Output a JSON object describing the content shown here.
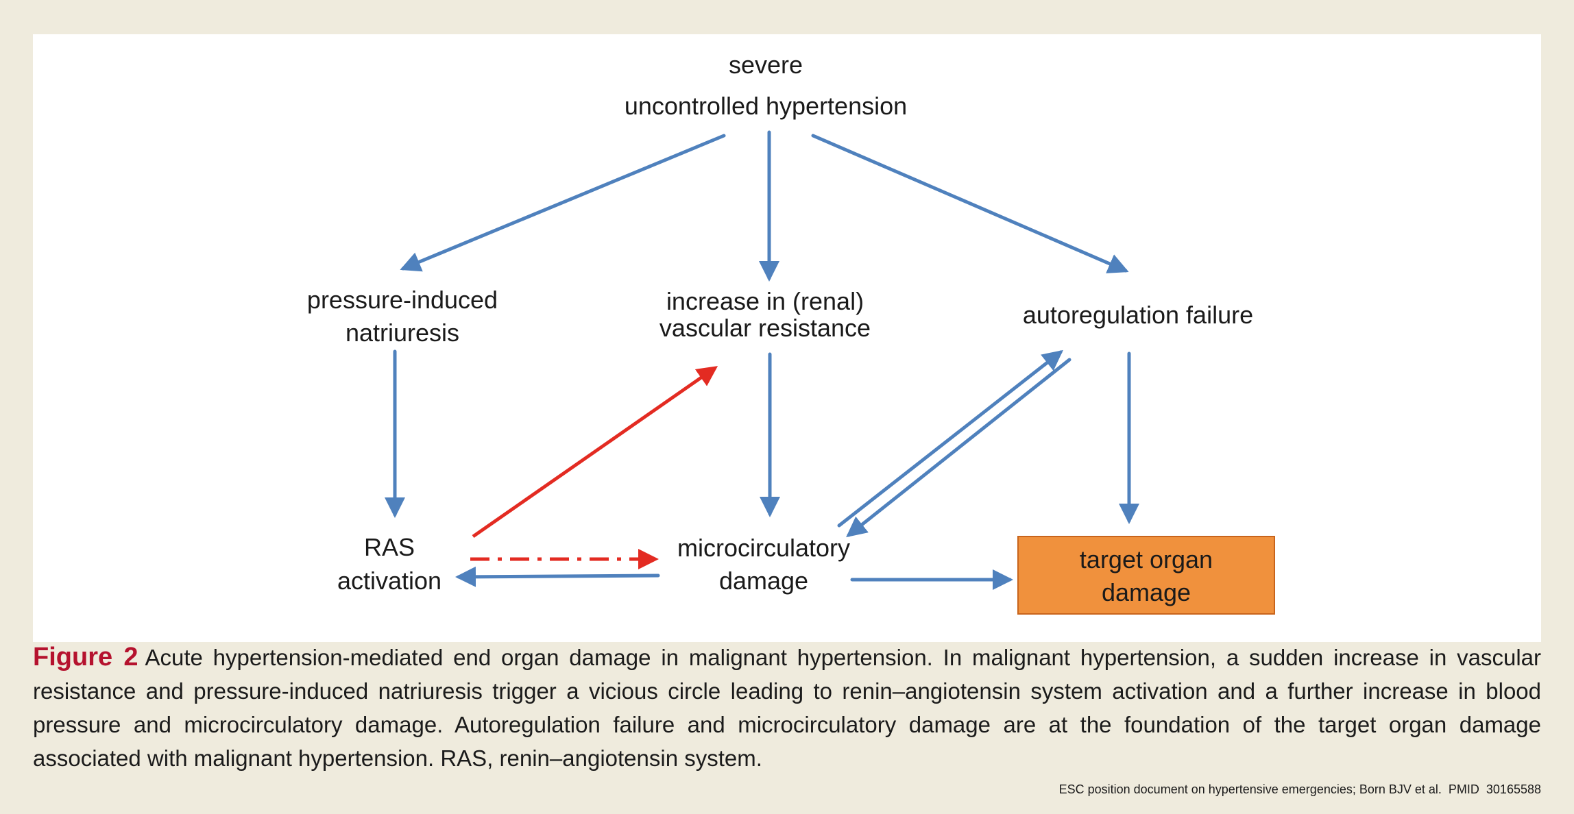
{
  "diagram": {
    "nodes": {
      "top_line1": "severe",
      "top_line2": "uncontrolled hypertension",
      "natriuresis_line1": "pressure-induced",
      "natriuresis_line2": "natriuresis",
      "resistance_line1": "increase in (renal)",
      "resistance_line2": "vascular resistance",
      "autoregulation": "autoregulation failure",
      "ras_line1": "RAS",
      "ras_line2": "activation",
      "micro_line1": "microcirculatory",
      "micro_line2": "damage",
      "target_line1": "target organ",
      "target_line2": "damage"
    },
    "colors": {
      "blue_arrow": "#4f81bd",
      "red_arrow": "#e32b22",
      "target_fill": "#f0913d",
      "target_border": "#c8641b",
      "caption_label": "#b5122e"
    }
  },
  "caption": {
    "label": "Figure 2",
    "text": "Acute hypertension-mediated end organ damage in malignant hypertension. In malignant hypertension, a sudden increase in vascular resistance and pressure-induced natriuresis trigger a vicious circle leading to renin–angiotensin system activation and a further increase in blood pressure and microcirculatory damage. Autoregulation failure and microcirculatory damage are at the foundation of the target organ damage associated with malignant hypertension. RAS, renin–angiotensin system."
  },
  "source": "ESC position document on hypertensive emergencies; Born BJV et al.  PMID  30165588"
}
